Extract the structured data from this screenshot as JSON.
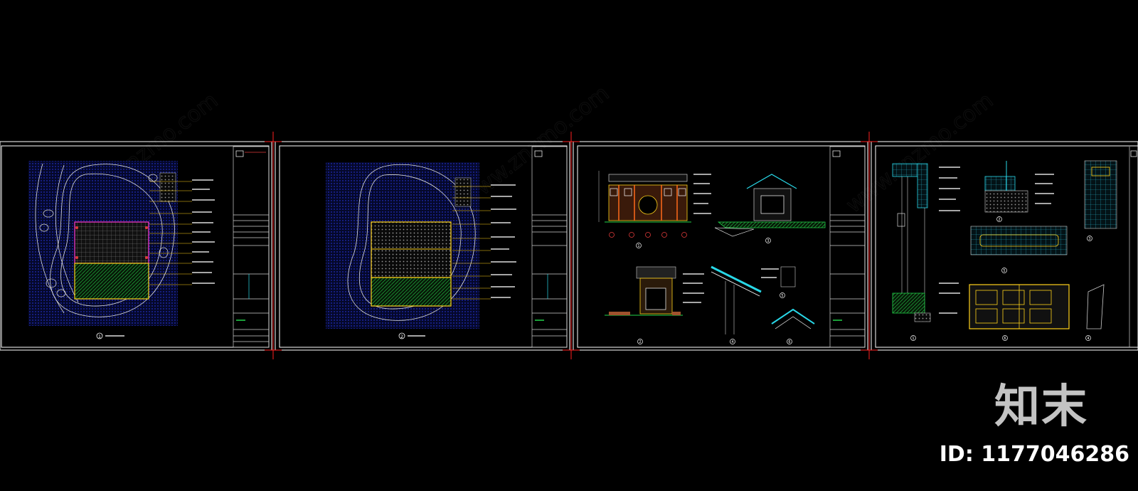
{
  "watermark": {
    "site": "www.znzmo.com",
    "brand": "知末",
    "id_label": "ID: 1177046286"
  },
  "sheets": [
    {
      "id": "sheet-1",
      "view_no": "1",
      "view_title": "",
      "circle_labels": [
        "1"
      ]
    },
    {
      "id": "sheet-2",
      "view_no": "2",
      "view_title": "",
      "circle_labels": [
        "2"
      ]
    },
    {
      "id": "sheet-3",
      "view_labels": [
        "1",
        "2",
        "3",
        "4",
        "5",
        "6"
      ]
    },
    {
      "id": "sheet-4",
      "view_labels": [
        "1",
        "2",
        "3",
        "4",
        "5",
        "6"
      ]
    }
  ],
  "colors": {
    "background": "#000000",
    "frame": "#ffffff",
    "crosshair": "#ff2020",
    "hatch_blue": "#1a2ad0",
    "contour": "#e0e0e0",
    "yellow": "#ffd21a",
    "green": "#22d34a",
    "cyan": "#28d8e8",
    "red": "#e03a3a",
    "brown": "#a0522d",
    "magenta": "#ff3bd0"
  }
}
